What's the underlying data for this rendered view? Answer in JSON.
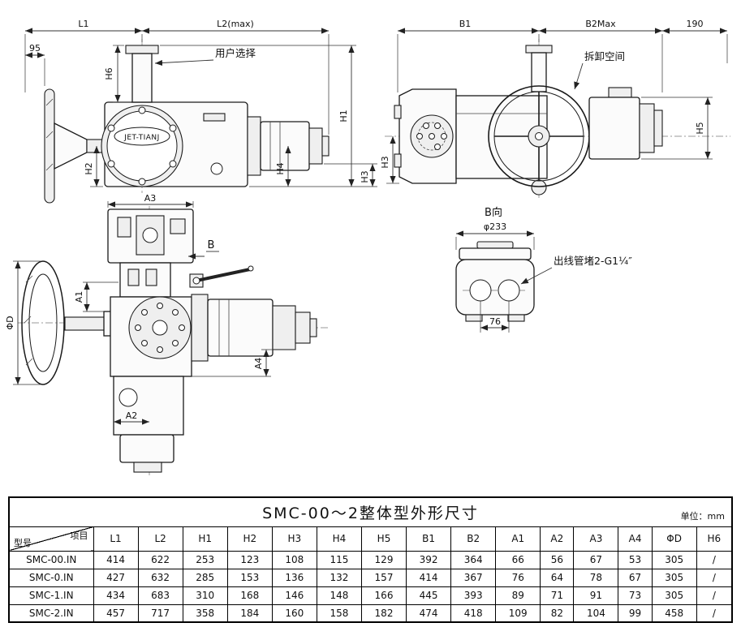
{
  "views": {
    "front": {
      "dim_l1": "L1",
      "dim_l2": "L2(max)",
      "dim_95": "95",
      "dim_h6": "H6",
      "dim_h1": "H1",
      "dim_h2": "H2",
      "dim_h3": "H3",
      "dim_h4": "H4",
      "note_user_choice": "用户选择",
      "brand": "JET-TIANJ"
    },
    "side": {
      "dim_b1": "B1",
      "dim_b2": "B2Max",
      "dim_190": "190",
      "dim_h5": "H5",
      "dim_h3": "H3",
      "note_removal_space": "拆卸空间"
    },
    "top": {
      "dim_a1": "A1",
      "dim_a2": "A2",
      "dim_a3": "A3",
      "dim_a4": "A4",
      "dim_phid": "ΦD",
      "view_marker": "B"
    },
    "b_view": {
      "title": "B向",
      "dim_diameter": "φ233",
      "dim_76": "76",
      "note_cable_plug": "出线管堵2-G1¼″"
    }
  },
  "table": {
    "title": "SMC-00～2整体型外形尺寸",
    "unit": "单位：mm",
    "corner_item": "项目",
    "corner_model": "型号",
    "columns": [
      "L1",
      "L2",
      "H1",
      "H2",
      "H3",
      "H4",
      "H5",
      "B1",
      "B2",
      "A1",
      "A2",
      "A3",
      "A4",
      "ΦD",
      "H6"
    ],
    "rows": [
      {
        "model": "SMC-00.IN",
        "values": [
          "414",
          "622",
          "253",
          "123",
          "108",
          "115",
          "129",
          "392",
          "364",
          "66",
          "56",
          "67",
          "53",
          "305",
          "/"
        ]
      },
      {
        "model": "SMC-0.IN",
        "values": [
          "427",
          "632",
          "285",
          "153",
          "136",
          "132",
          "157",
          "414",
          "367",
          "76",
          "64",
          "78",
          "67",
          "305",
          "/"
        ]
      },
      {
        "model": "SMC-1.IN",
        "values": [
          "434",
          "683",
          "310",
          "168",
          "146",
          "148",
          "166",
          "445",
          "393",
          "89",
          "71",
          "91",
          "73",
          "305",
          "/"
        ]
      },
      {
        "model": "SMC-2.IN",
        "values": [
          "457",
          "717",
          "358",
          "184",
          "160",
          "158",
          "182",
          "474",
          "418",
          "109",
          "82",
          "104",
          "99",
          "458",
          "/"
        ]
      }
    ]
  }
}
